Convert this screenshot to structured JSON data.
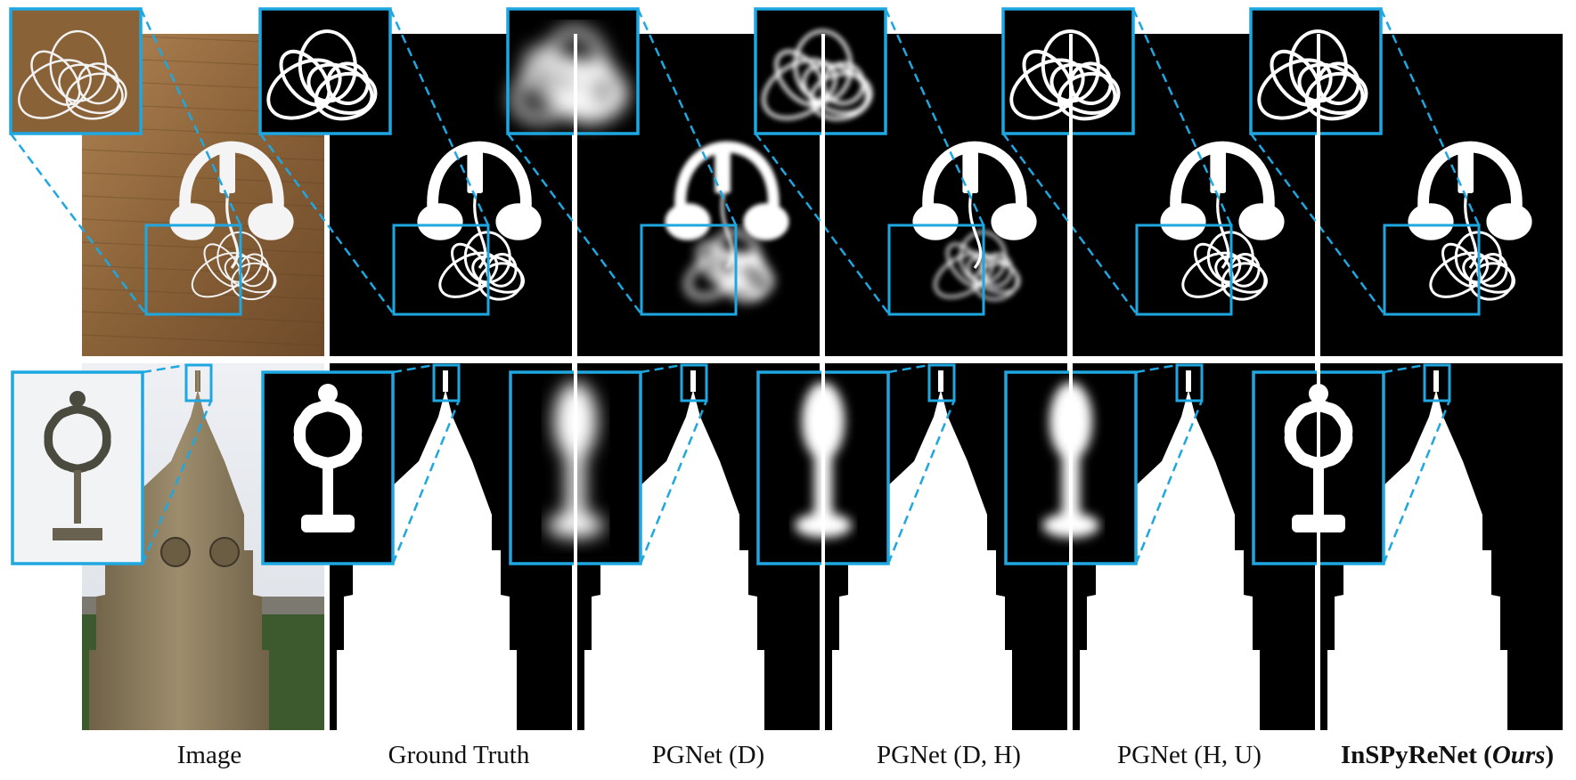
{
  "figure": {
    "columns": [
      {
        "key": "image",
        "label": "Image"
      },
      {
        "key": "gt",
        "label": "Ground Truth"
      },
      {
        "key": "pgnet_d",
        "label": "PGNet (D)"
      },
      {
        "key": "pgnet_dh",
        "label": "PGNet (D, H)"
      },
      {
        "key": "pgnet_hu",
        "label": "PGNet (H, U)"
      },
      {
        "key": "ours",
        "label_main": "InSPyReNet (",
        "label_ours": "Ours",
        "label_close": ")"
      }
    ],
    "rows": [
      {
        "key": "headphones",
        "subject": "headphones"
      },
      {
        "key": "tower",
        "subject": "clock tower"
      }
    ],
    "colors": {
      "zoom_box": "#1ea7e0",
      "mask_background": "#000000",
      "mask_foreground": "#ffffff",
      "wood_light": "#a57a4c",
      "wood_dark": "#6e4a2a",
      "sky": "#e6e9ee",
      "stone": "#8a7a5e",
      "foliage": "#3d5a2e"
    }
  }
}
